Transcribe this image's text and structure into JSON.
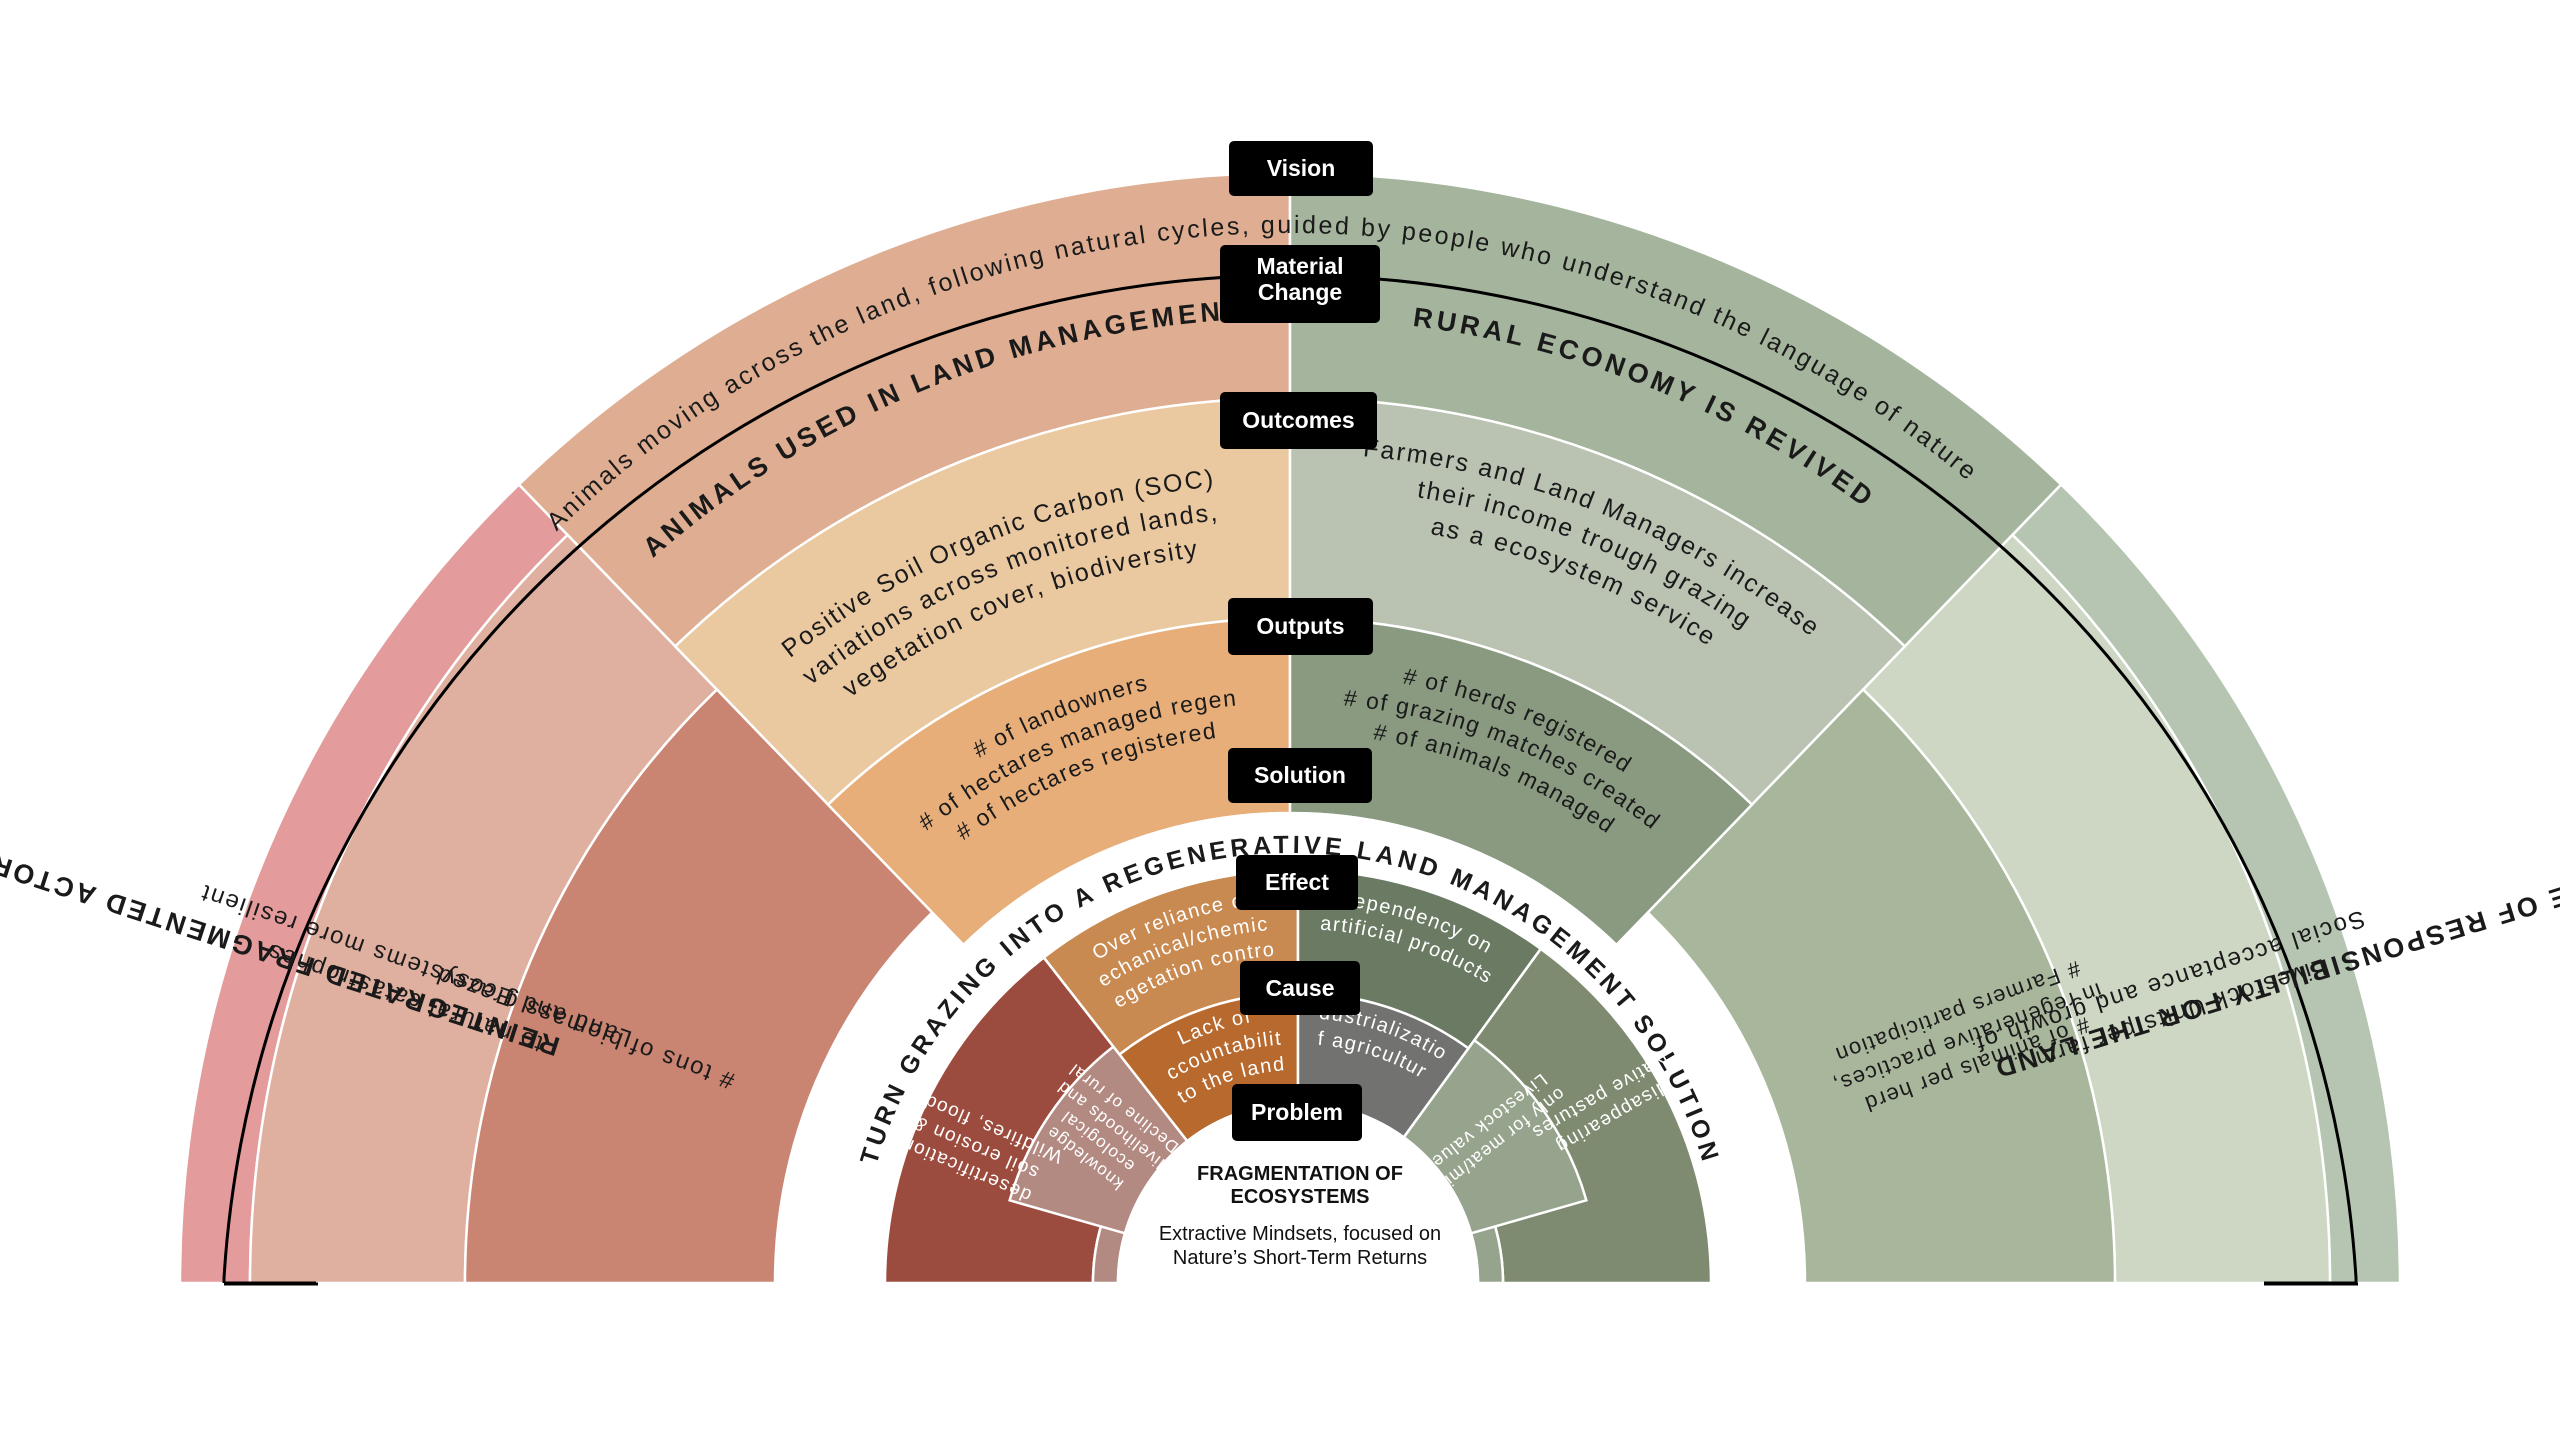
{
  "vision": {
    "label": "Vision",
    "text": "Animals moving across the land, following natural cycles, guided by people who understand the language of nature"
  },
  "material_change": {
    "label": "Material\nChange",
    "left": "ANIMALS USED IN LAND MANAGEMENT",
    "right": "RURAL ECONOMY IS REVIVED",
    "far_left": "REINTEGRATED FRAGMENTED ACTORS",
    "far_right": "SENSE OF RESPONSIBILITY FOR THE LAND"
  },
  "outcomes": {
    "label": "Outcomes",
    "left": [
      "Positive Soil Organic Carbon (SOC)",
      "variations across monitored lands,",
      "vegetation cover, biodiversity"
    ],
    "right": [
      "Farmers  and Land Managers increase",
      "their income trough grazing",
      "as a ecosystem service"
    ],
    "far_left": [
      "Land and Ecosystems more resilient",
      "to natural catastrophes"
    ],
    "far_right": [
      "Social acceptance and growth of",
      "Livestock Units per farm"
    ]
  },
  "outputs": {
    "label": "Outputs",
    "left": [
      "# of landowners",
      "# of hectares managed regen",
      "# of hectares registered"
    ],
    "right": [
      "# of herds registered",
      "# of grazing matches created",
      "# of animals managed"
    ],
    "far_left": [
      "# tons of biomass grazed"
    ],
    "far_right": [
      "# Farmers participation",
      "in regenerative practices,",
      "# of animals per herd"
    ]
  },
  "solution": {
    "label": "Solution",
    "text": "TURN GRAZING INTO A REGENERATIVE LAND MANAGEMENT SOLUTION"
  },
  "effect": {
    "label": "Effect",
    "left": [
      "Over reliance on",
      "mechanical/chemical",
      "vegetation control"
    ],
    "right": [
      "Dependency on",
      "artificial products"
    ],
    "far_left": [
      "Wildfires, floods,",
      "soil erosion &",
      "desertification"
    ],
    "far_right": [
      "Native pastures",
      "disappearing"
    ]
  },
  "cause": {
    "label": "Cause",
    "left": [
      "Lack of",
      "accountability",
      "to the land"
    ],
    "right": [
      "Industrialization",
      "of agriculture"
    ],
    "far_left": [
      "Decline of rural",
      "livelihoods and",
      "ecological",
      "knowledge"
    ],
    "far_right": [
      "Livestock valued",
      "only for meat/milk"
    ]
  },
  "problem": {
    "label": "Problem",
    "title": "FRAGMENTATION OF\nECOSYSTEMS",
    "subtitle": "Extractive Mindsets, focused on\nNature’s Short-Term Returns"
  },
  "colors": {
    "mc_far_left": "#e39c9b",
    "mc_left": "#dfae92",
    "mc_right": "#a5b49c",
    "mc_far_right": "#b6c5b2",
    "oc_far_left": "#dfb0a0",
    "oc_left": "#eac8a0",
    "oc_right": "#bac2b2",
    "oc_far_right": "#cdd7c3",
    "op_far_left": "#c98472",
    "op_left": "#e7ae79",
    "op_right": "#8a9a81",
    "op_far_right": "#a8b69c",
    "ef_far_left": "#9c4c3e",
    "ef_left": "#c98a52",
    "ef_right": "#6b7b63",
    "ef_far_right": "#7e8b70",
    "ca_far_left": "#b38a82",
    "ca_left": "#b7692e",
    "ca_right": "#727270",
    "ca_far_right": "#97a48d"
  }
}
